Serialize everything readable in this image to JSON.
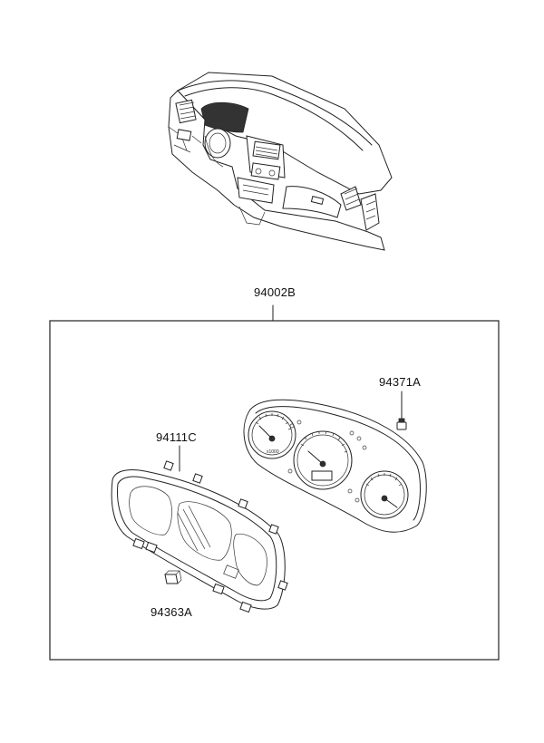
{
  "diagram": {
    "assembly_label": "94002B",
    "parts": [
      {
        "id": "p1",
        "label": "94371A"
      },
      {
        "id": "p2",
        "label": "94111C"
      },
      {
        "id": "p3",
        "label": "94363A"
      }
    ]
  }
}
